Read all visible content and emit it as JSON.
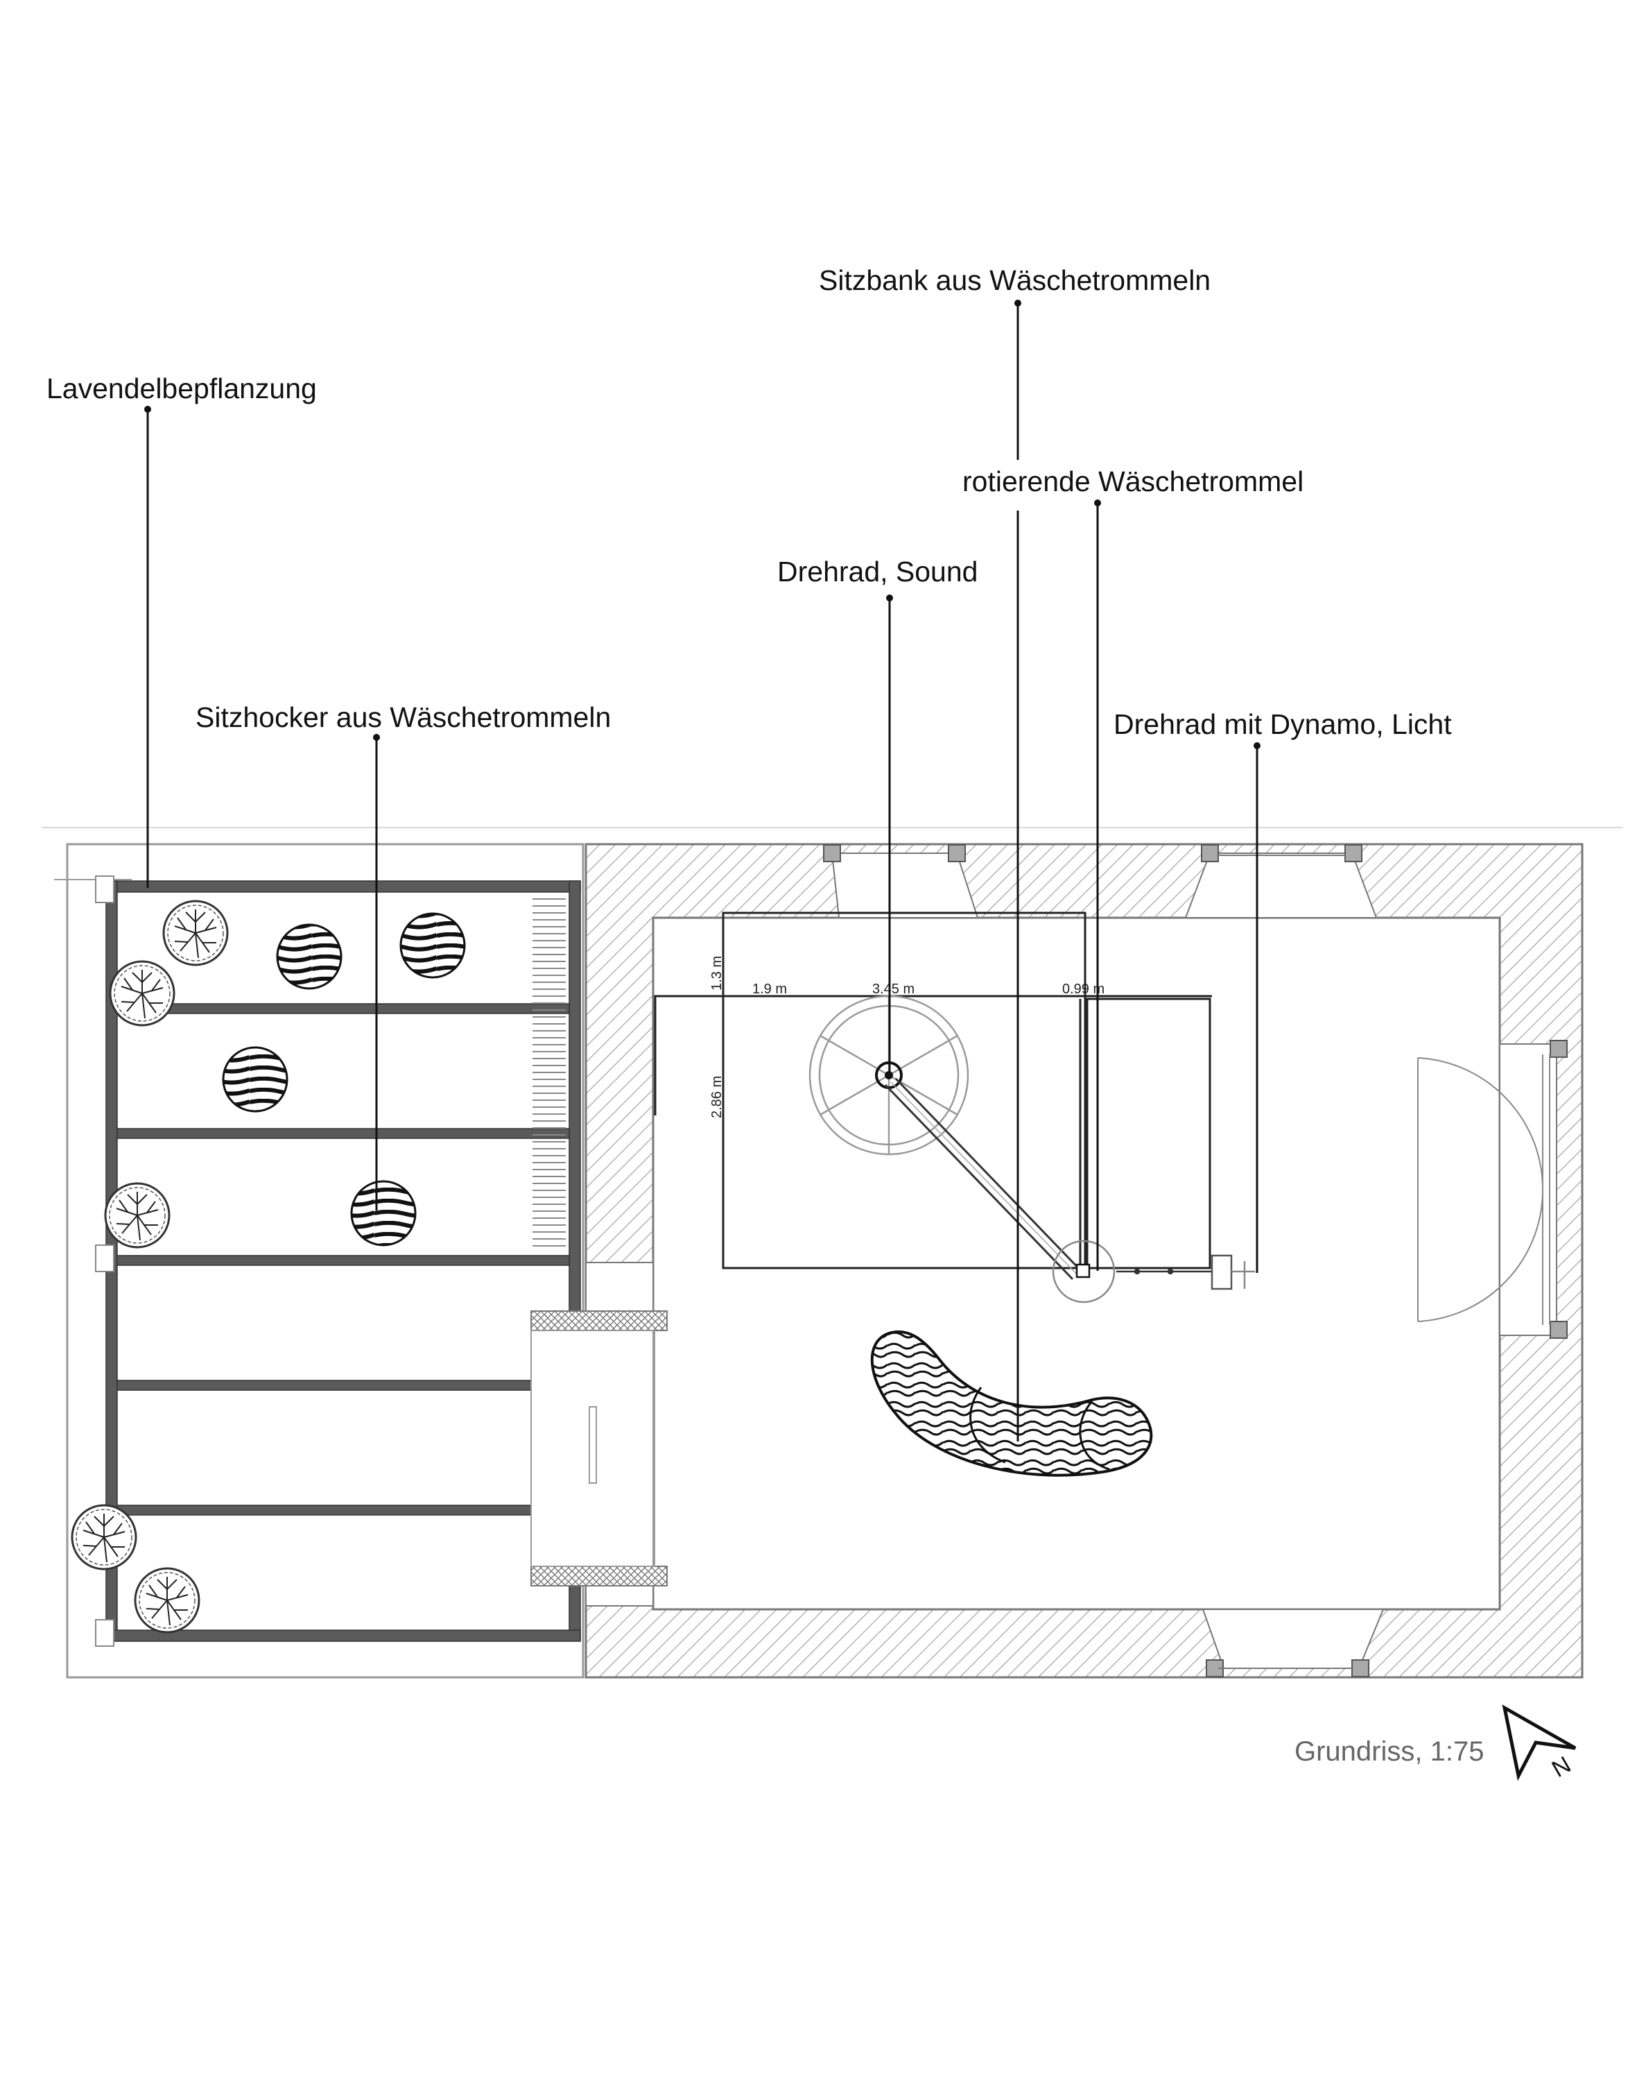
{
  "labels": {
    "lavender": "Lavendelbepflanzung",
    "stool": "Sitzhocker aus Wäschetrommeln",
    "bench": "Sitzbank aus Wäschetrommeln",
    "rotating_drum": "rotierende Wäschetrommel",
    "wheel_sound": "Drehrad, Sound",
    "wheel_light": "Drehrad mit Dynamo, Licht"
  },
  "dimensions": {
    "d1": "1.3 m",
    "d2": "1.9 m",
    "d3": "3.45 m",
    "d4": "0.99 m",
    "d5": "2.86 m"
  },
  "caption": "Grundriss, 1:75",
  "north_arrow_letter": "N",
  "colors": {
    "ink": "#111111",
    "pergola_beam": "#555555",
    "wall_hatch": "#9a9a9a",
    "caption_gray": "#666666"
  }
}
